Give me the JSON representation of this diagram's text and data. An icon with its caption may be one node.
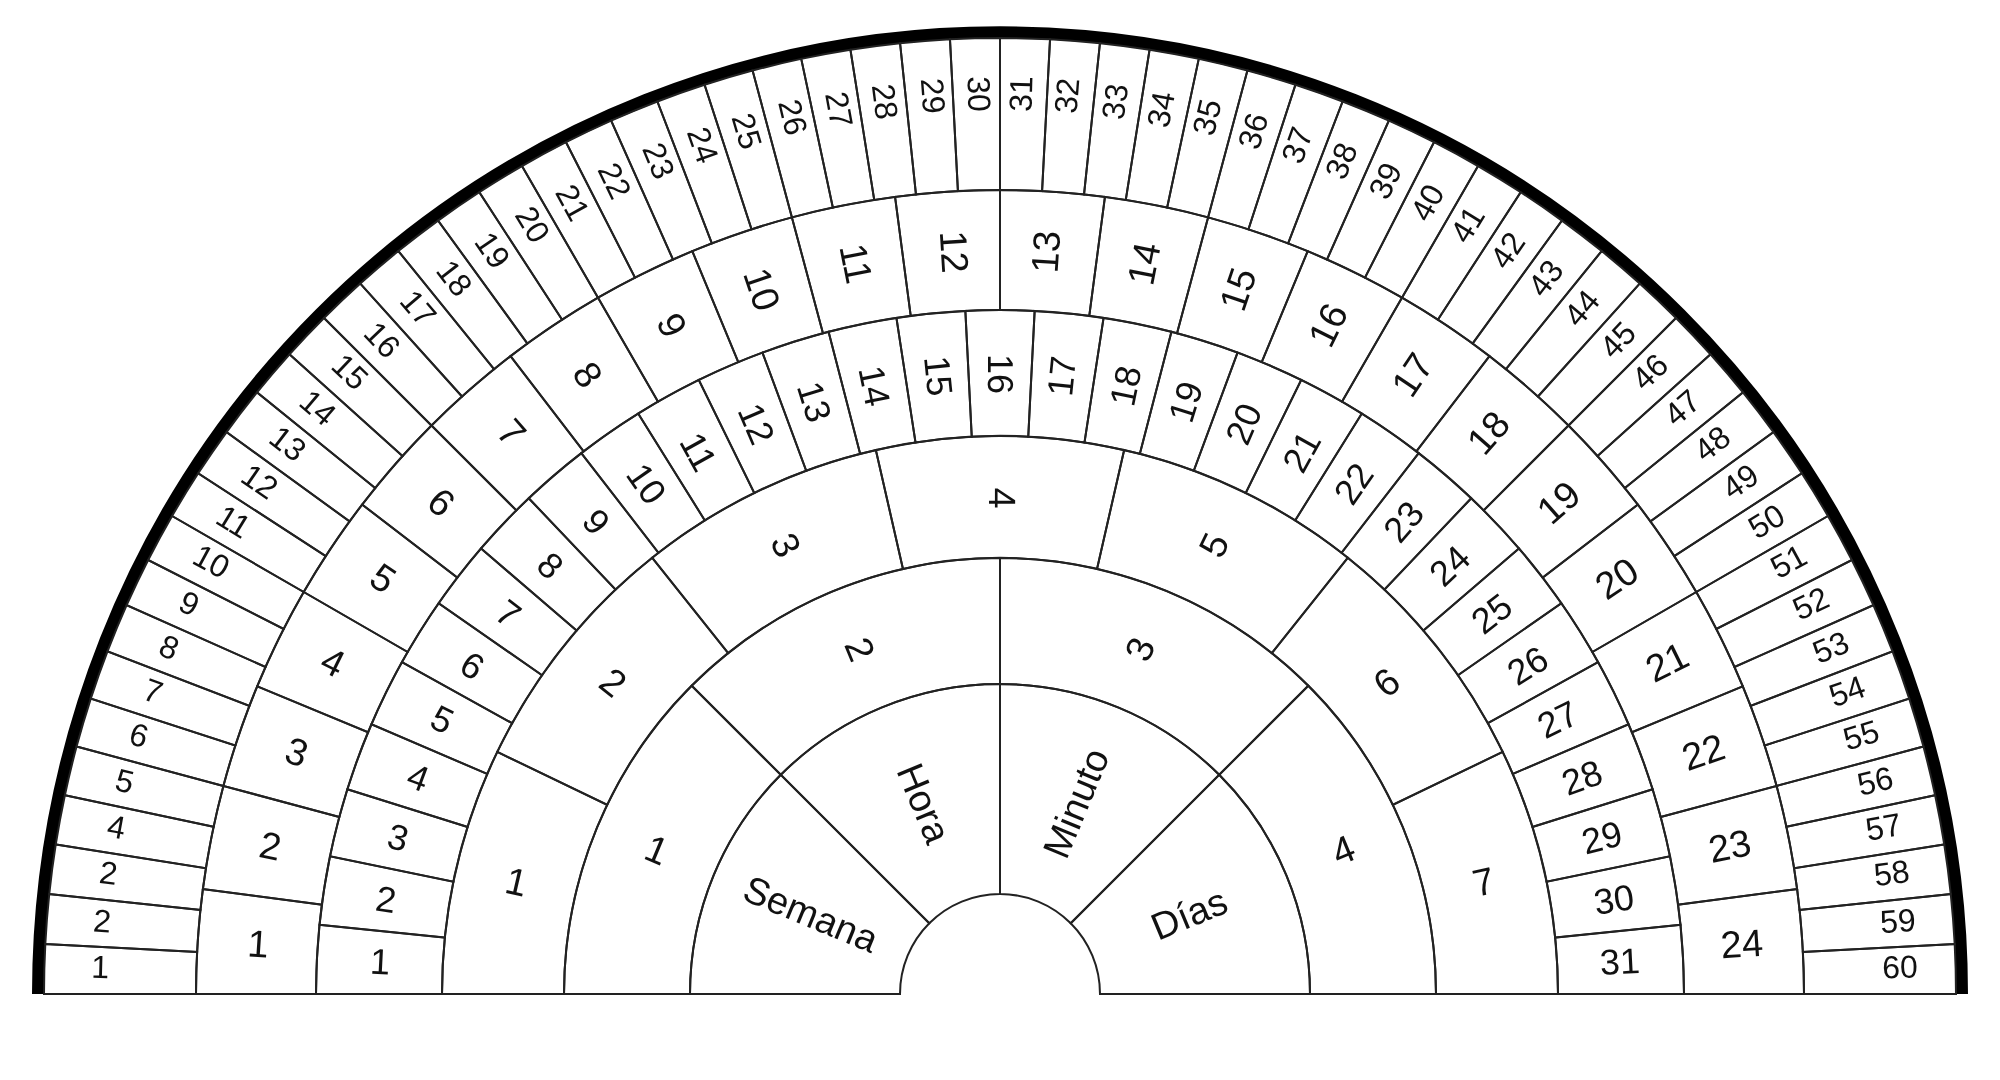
{
  "diagram": {
    "nodes": [
      {
        "text": [
          "Semana"
        ]
      },
      {
        "text": [
          "Hora"
        ]
      },
      {
        "text": [
          "Minuto"
        ]
      },
      {
        "text": [
          "Días"
        ]
      },
      {
        "text": [
          "1"
        ]
      },
      {
        "text": [
          "2"
        ]
      },
      {
        "text": [
          "3"
        ]
      },
      {
        "text": [
          "4"
        ]
      },
      {
        "text": [
          "1"
        ]
      },
      {
        "text": [
          "2"
        ]
      },
      {
        "text": [
          "3"
        ]
      },
      {
        "text": [
          "4"
        ]
      },
      {
        "text": [
          "5"
        ]
      },
      {
        "text": [
          "6"
        ]
      },
      {
        "text": [
          "7"
        ]
      },
      {
        "text": [
          "1"
        ]
      },
      {
        "text": [
          "2"
        ]
      },
      {
        "text": [
          "3"
        ]
      },
      {
        "text": [
          "4"
        ]
      },
      {
        "text": [
          "5"
        ]
      },
      {
        "text": [
          "6"
        ]
      },
      {
        "text": [
          "7"
        ]
      },
      {
        "text": [
          "8"
        ]
      },
      {
        "text": [
          "9"
        ]
      },
      {
        "text": [
          "10"
        ]
      },
      {
        "text": [
          "11"
        ]
      },
      {
        "text": [
          "12"
        ]
      },
      {
        "text": [
          "13"
        ]
      },
      {
        "text": [
          "14"
        ]
      },
      {
        "text": [
          "15"
        ]
      },
      {
        "text": [
          "16"
        ]
      },
      {
        "text": [
          "17"
        ]
      },
      {
        "text": [
          "18"
        ]
      },
      {
        "text": [
          "19"
        ]
      },
      {
        "text": [
          "20"
        ]
      },
      {
        "text": [
          "21"
        ]
      },
      {
        "text": [
          "22"
        ]
      },
      {
        "text": [
          "23"
        ]
      },
      {
        "text": [
          "24"
        ]
      },
      {
        "text": [
          "25"
        ]
      },
      {
        "text": [
          "26"
        ]
      },
      {
        "text": [
          "27"
        ]
      },
      {
        "text": [
          "28"
        ]
      },
      {
        "text": [
          "29"
        ]
      },
      {
        "text": [
          "30"
        ]
      },
      {
        "text": [
          "31"
        ]
      },
      {
        "text": [
          "1"
        ]
      },
      {
        "text": [
          "2"
        ]
      },
      {
        "text": [
          "3"
        ]
      },
      {
        "text": [
          "4"
        ]
      },
      {
        "text": [
          "5"
        ]
      },
      {
        "text": [
          "6"
        ]
      },
      {
        "text": [
          "7"
        ]
      },
      {
        "text": [
          "8"
        ]
      },
      {
        "text": [
          "9"
        ]
      },
      {
        "text": [
          "10"
        ]
      },
      {
        "text": [
          "11"
        ]
      },
      {
        "text": [
          "12"
        ]
      },
      {
        "text": [
          "13"
        ]
      },
      {
        "text": [
          "14"
        ]
      },
      {
        "text": [
          "15"
        ]
      },
      {
        "text": [
          "16"
        ]
      },
      {
        "text": [
          "17"
        ]
      },
      {
        "text": [
          "18"
        ]
      },
      {
        "text": [
          "19"
        ]
      },
      {
        "text": [
          "20"
        ]
      },
      {
        "text": [
          "21"
        ]
      },
      {
        "text": [
          "22"
        ]
      },
      {
        "text": [
          "23"
        ]
      },
      {
        "text": [
          "24"
        ]
      },
      {
        "text": [
          "1"
        ]
      },
      {
        "text": [
          "2"
        ]
      },
      {
        "text": [
          "2"
        ]
      },
      {
        "text": [
          "4"
        ]
      },
      {
        "text": [
          "5"
        ]
      },
      {
        "text": [
          "6"
        ]
      },
      {
        "text": [
          "7"
        ]
      },
      {
        "text": [
          "8"
        ]
      },
      {
        "text": [
          "9"
        ]
      },
      {
        "text": [
          "10"
        ]
      },
      {
        "text": [
          "11"
        ]
      },
      {
        "text": [
          "12"
        ]
      },
      {
        "text": [
          "13"
        ]
      },
      {
        "text": [
          "14"
        ]
      },
      {
        "text": [
          "15"
        ]
      },
      {
        "text": [
          "16"
        ]
      },
      {
        "text": [
          "17"
        ]
      },
      {
        "text": [
          "18"
        ]
      },
      {
        "text": [
          "19"
        ]
      },
      {
        "text": [
          "20"
        ]
      },
      {
        "text": [
          "21"
        ]
      },
      {
        "text": [
          "22"
        ]
      },
      {
        "text": [
          "23"
        ]
      },
      {
        "text": [
          "24"
        ]
      },
      {
        "text": [
          "25"
        ]
      },
      {
        "text": [
          "26"
        ]
      },
      {
        "text": [
          "27"
        ]
      },
      {
        "text": [
          "28"
        ]
      },
      {
        "text": [
          "29"
        ]
      },
      {
        "text": [
          "30"
        ]
      },
      {
        "text": [
          "31"
        ]
      },
      {
        "text": [
          "32"
        ]
      },
      {
        "text": [
          "33"
        ]
      },
      {
        "text": [
          "34"
        ]
      },
      {
        "text": [
          "35"
        ]
      },
      {
        "text": [
          "36"
        ]
      },
      {
        "text": [
          "37"
        ]
      },
      {
        "text": [
          "38"
        ]
      },
      {
        "text": [
          "39"
        ]
      },
      {
        "text": [
          "40"
        ]
      },
      {
        "text": [
          "41"
        ]
      },
      {
        "text": [
          "42"
        ]
      },
      {
        "text": [
          "43"
        ]
      },
      {
        "text": [
          "44"
        ]
      },
      {
        "text": [
          "45"
        ]
      },
      {
        "text": [
          "46"
        ]
      },
      {
        "text": [
          "47"
        ]
      },
      {
        "text": [
          "48"
        ]
      },
      {
        "text": [
          "49"
        ]
      },
      {
        "text": [
          "50"
        ]
      },
      {
        "text": [
          "51"
        ]
      },
      {
        "text": [
          "52"
        ]
      },
      {
        "text": [
          "53"
        ]
      },
      {
        "text": [
          "54"
        ]
      },
      {
        "text": [
          "55"
        ]
      },
      {
        "text": [
          "56"
        ]
      },
      {
        "text": [
          "57"
        ]
      },
      {
        "text": [
          "58"
        ]
      },
      {
        "text": [
          "59"
        ]
      },
      {
        "text": [
          "60"
        ]
      }
    ]
  }
}
